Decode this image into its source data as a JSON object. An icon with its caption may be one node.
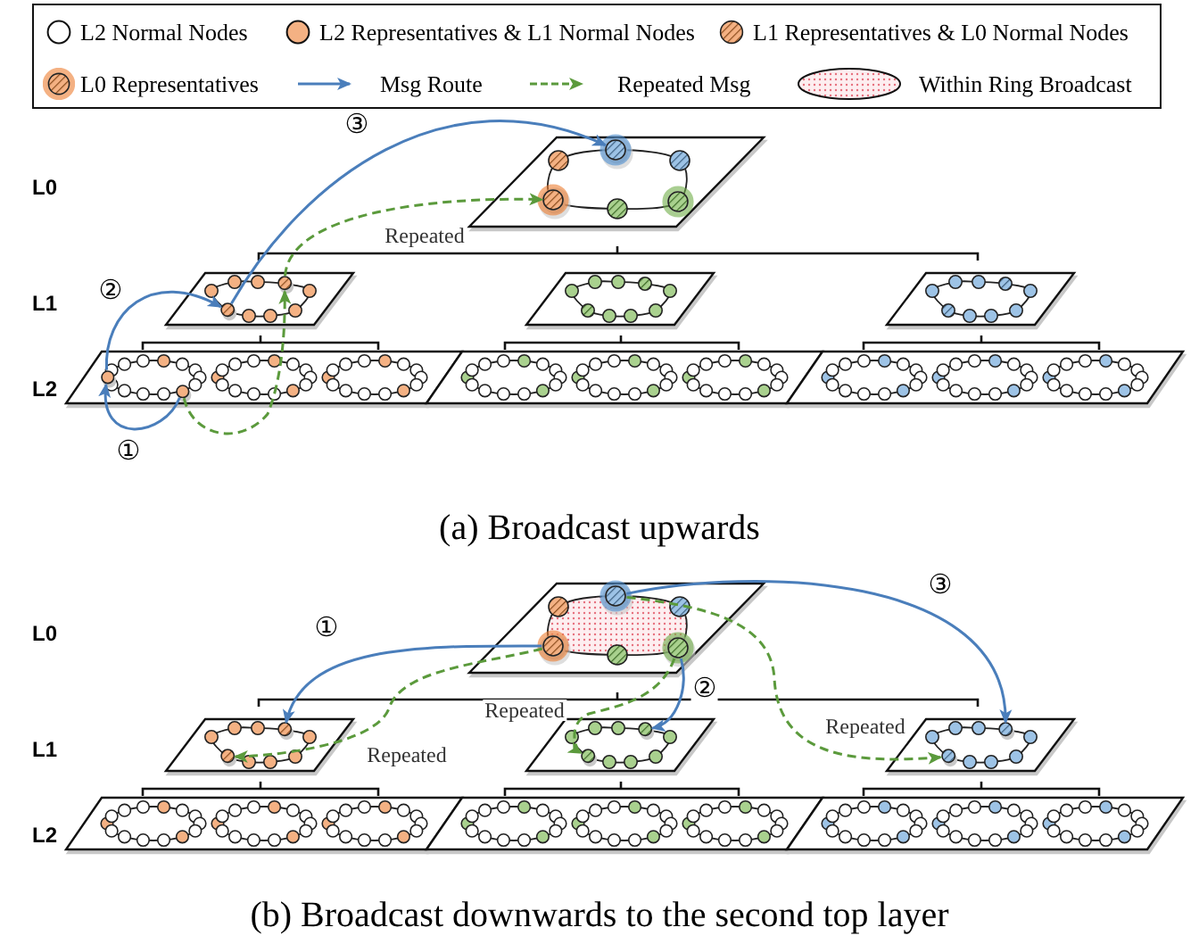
{
  "diagram": {
    "nodes": [
      {
        "text": [],
        "shape": "parallelogram"
      },
      {
        "text": [],
        "shape": "circle",
        "in": 0
      },
      {
        "text": [],
        "shape": "circle",
        "in": 0
      },
      {
        "text": [],
        "shape": "parallelogram"
      },
      {
        "text": [],
        "shape": "circle",
        "in": 3
      },
      {
        "text": [],
        "shape": "circle",
        "in": 3
      },
      {
        "text": [],
        "shape": "parallelogram"
      },
      {
        "text": [],
        "shape": "parallelogram"
      },
      {
        "text": [],
        "shape": "parallelogram"
      },
      {
        "text": [],
        "shape": "circle",
        "in": 8
      },
      {
        "text": [],
        "shape": "circle",
        "in": 8
      },
      {
        "text": [],
        "shape": "parallelogram"
      },
      {
        "text": [],
        "shape": "parallelogram"
      },
      {
        "text": [],
        "shape": "parallelogram"
      },
      {
        "text": [],
        "shape": "circle",
        "in": 13
      },
      {
        "text": [],
        "shape": "circle",
        "in": 13
      },
      {
        "text": [],
        "shape": "circle",
        "in": 13
      },
      {
        "text": [],
        "shape": "parallelogram"
      },
      {
        "text": [],
        "shape": "circle",
        "in": 17
      },
      {
        "text": [],
        "shape": "circle",
        "in": 17
      },
      {
        "text": [],
        "shape": "parallelogram"
      },
      {
        "text": [],
        "shape": "circle",
        "in": 20
      },
      {
        "text": [],
        "shape": "circle",
        "in": 20
      },
      {
        "text": [],
        "shape": "parallelogram"
      },
      {
        "text": [],
        "shape": "circle",
        "in": 23
      },
      {
        "text": [],
        "shape": "circle",
        "in": 23
      },
      {
        "text": [],
        "shape": "parallelogram"
      },
      {
        "text": [],
        "shape": "parallelogram"
      },
      {
        "text": [],
        "shape": "parallelogram"
      }
    ],
    "edges": [
      {
        "from": 10,
        "to": 9,
        "arrow": "to",
        "label": "①"
      },
      {
        "from": 9,
        "to": 5,
        "arrow": "to",
        "label": "②"
      },
      {
        "from": 5,
        "to": 1,
        "arrow": "to",
        "label": "③"
      },
      {
        "from": 10,
        "to": 4,
        "arrow": "to",
        "style": "dashed",
        "color": "#5b9a3c"
      },
      {
        "from": 4,
        "to": 2,
        "arrow": "to",
        "label": "Repeated",
        "style": "dashed",
        "color": "#5b9a3c"
      },
      {
        "from": 15,
        "to": 18,
        "arrow": "to",
        "label": "①"
      },
      {
        "from": 15,
        "to": 19,
        "arrow": "to",
        "label": "Repeated",
        "style": "dashed",
        "color": "#5b9a3c"
      },
      {
        "from": 16,
        "to": 21,
        "arrow": "to",
        "label": "②"
      },
      {
        "from": 16,
        "to": 22,
        "arrow": "to",
        "label": "Repeated",
        "style": "dashed",
        "color": "#5b9a3c"
      },
      {
        "from": 14,
        "to": 24,
        "arrow": "to",
        "label": "③"
      },
      {
        "from": 14,
        "to": 25,
        "arrow": "to",
        "label": "Repeated",
        "style": "dashed",
        "color": "#5b9a3c"
      }
    ],
    "labels": [
      "L0",
      "L1",
      "L2",
      "(a) Broadcast upwards",
      "L0",
      "L1",
      "L2",
      "(b) Broadcast downwards to the second top layer"
    ],
    "legend": [
      {
        "text": "L2 Normal Nodes"
      },
      {
        "text": "L2 Representatives & L1 Normal Nodes",
        "color": "#f4b183"
      },
      {
        "text": "L1 Representatives & L0 Normal Nodes"
      },
      {
        "text": "L0 Representatives"
      },
      {
        "text": "Msg Route"
      },
      {
        "text": "Repeated Msg"
      },
      {
        "text": "Within Ring Broadcast"
      }
    ]
  }
}
